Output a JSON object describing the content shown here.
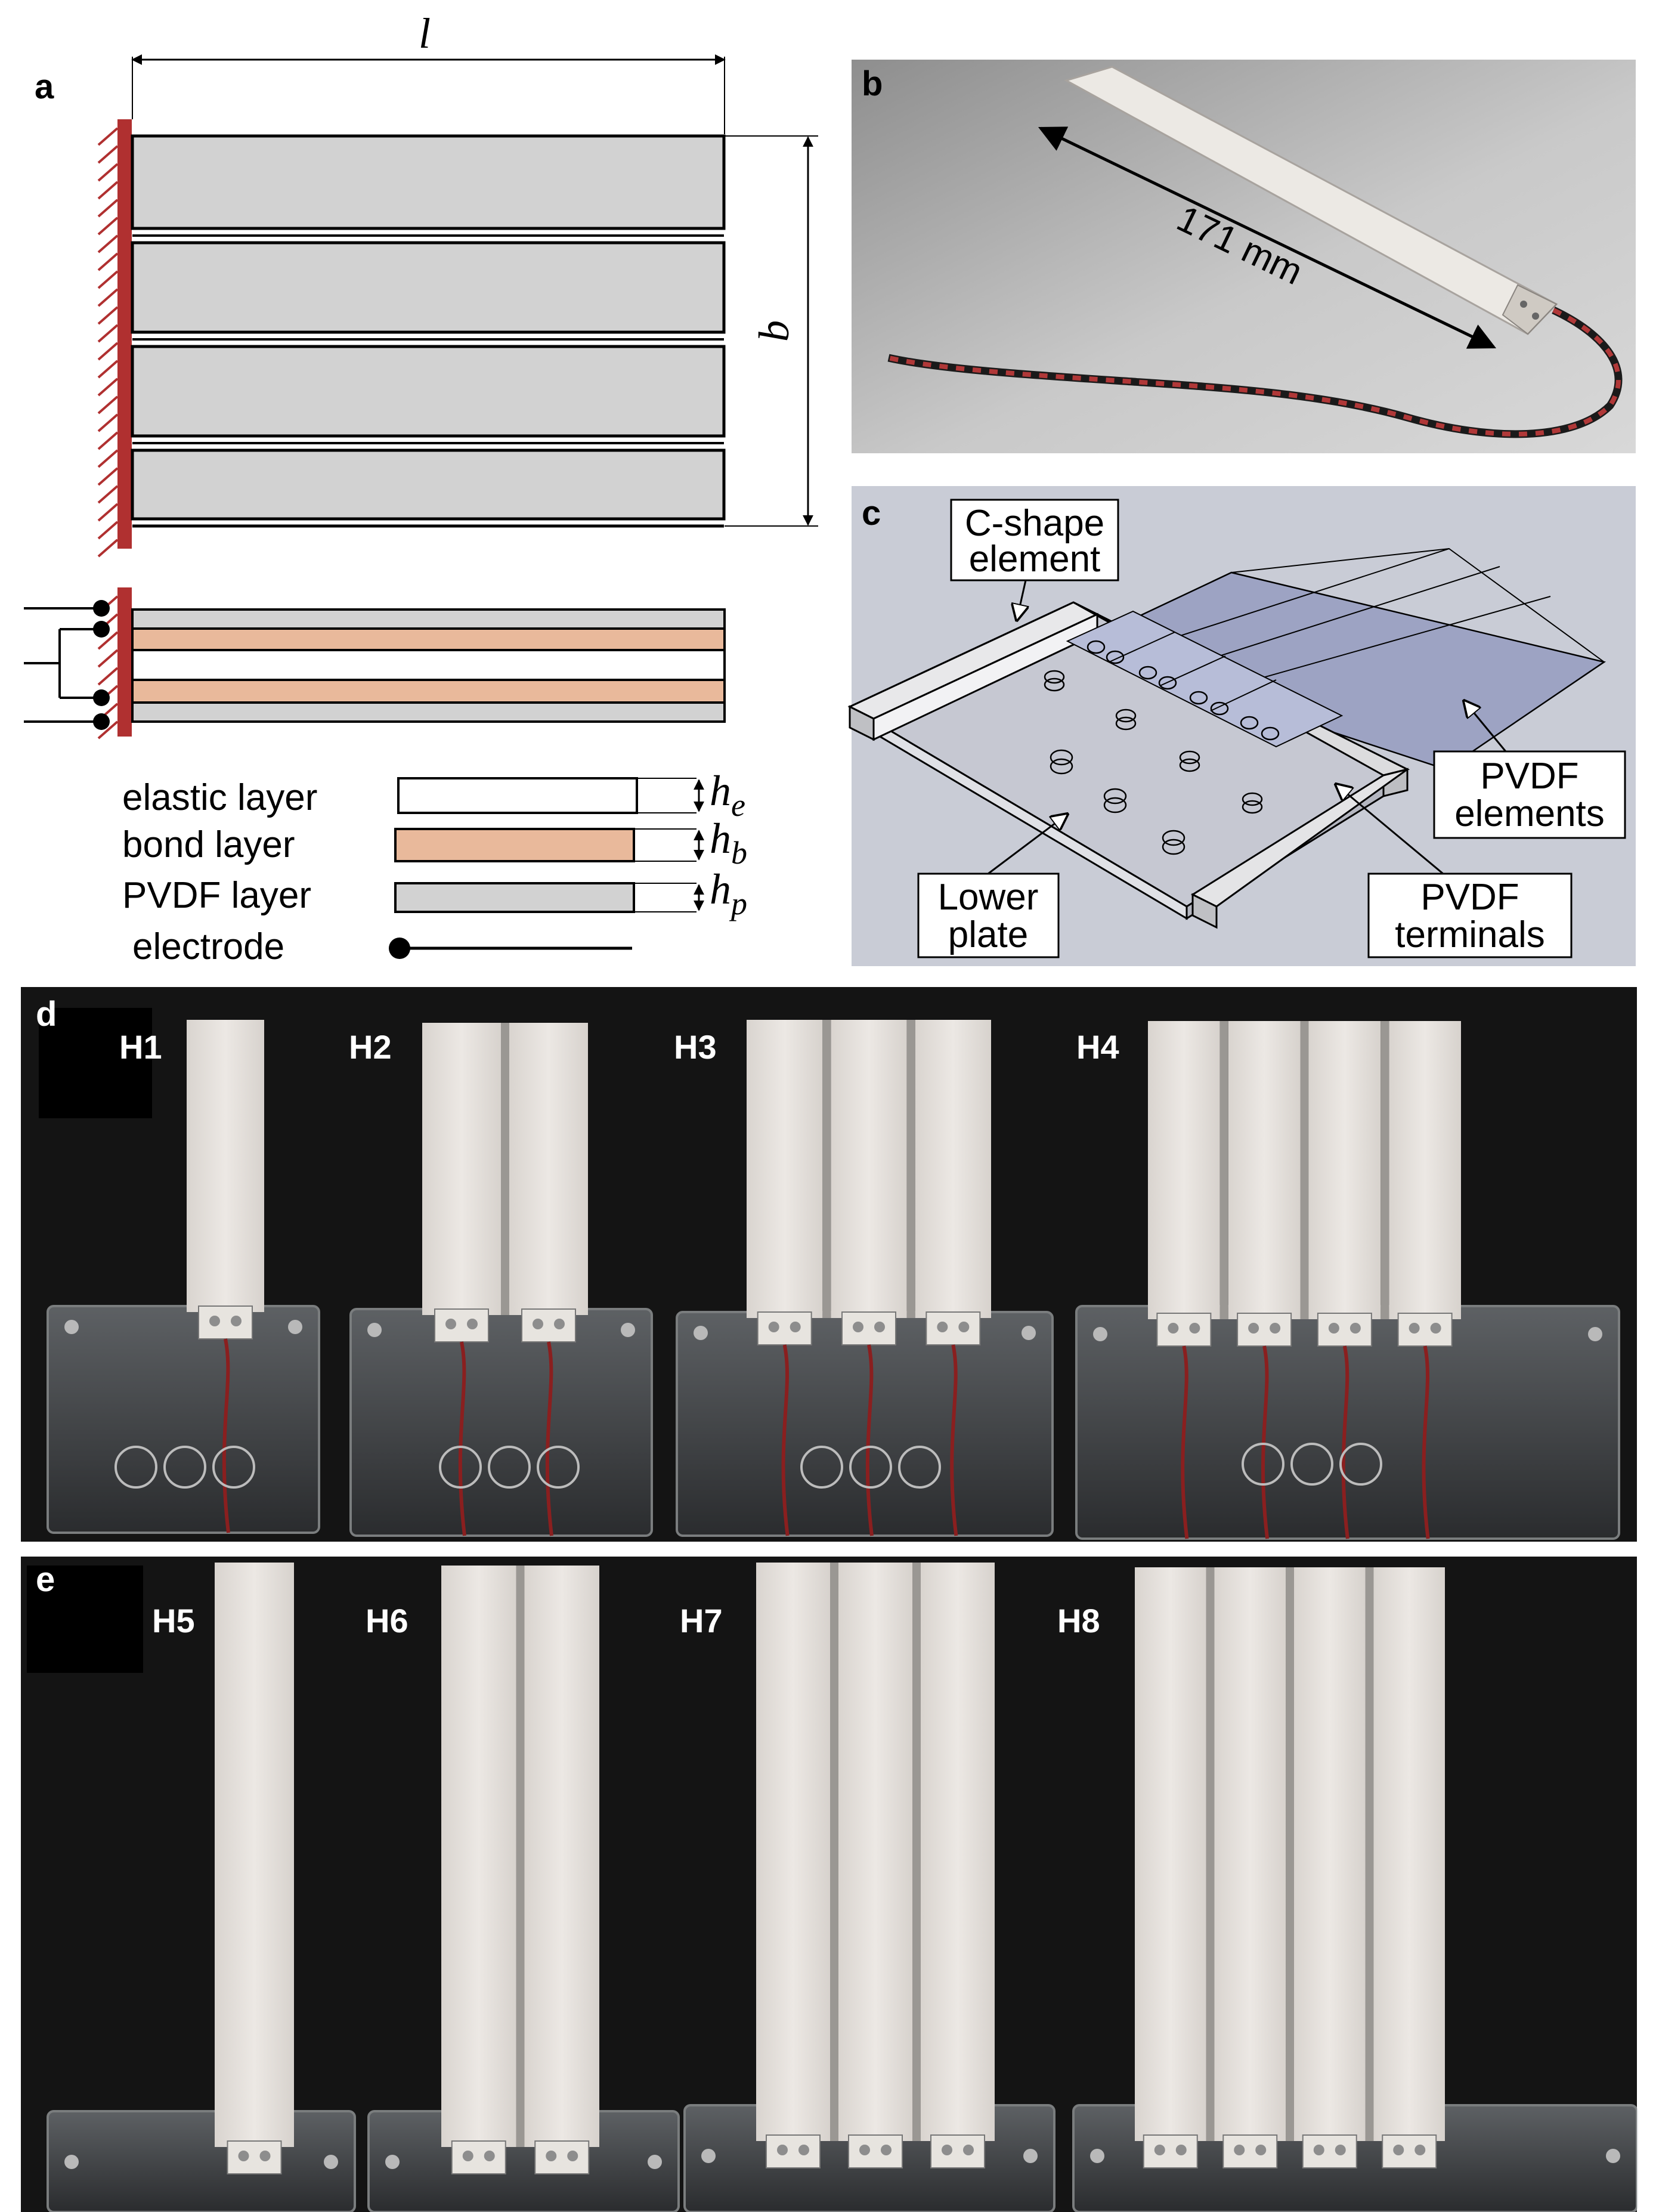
{
  "panels": {
    "a": {
      "letter": "a",
      "dim_length": "l",
      "dim_width": "b",
      "legend": [
        {
          "label": "elastic layer",
          "symbol": "h",
          "sub": "e",
          "color": "#ffffff"
        },
        {
          "label": "bond layer",
          "symbol": "h",
          "sub": "b",
          "color": "#e9b99b"
        },
        {
          "label": "PVDF layer",
          "symbol": "h",
          "sub": "p",
          "color": "#d2d2d2"
        },
        {
          "label": "electrode",
          "symbol": "",
          "sub": "",
          "color": "#000000"
        }
      ]
    },
    "b": {
      "letter": "b",
      "measure": "171 mm"
    },
    "c": {
      "letter": "c",
      "labels": {
        "c_shape": [
          "C-shape",
          "element"
        ],
        "pvdf_elements": [
          "PVDF",
          "elements"
        ],
        "lower_plate": [
          "Lower",
          "plate"
        ],
        "pvdf_terminals": [
          "PVDF",
          "terminals"
        ]
      }
    },
    "d": {
      "letter": "d",
      "harvesters": [
        "H1",
        "H2",
        "H3",
        "H4"
      ]
    },
    "e": {
      "letter": "e",
      "harvesters": [
        "H5",
        "H6",
        "H7",
        "H8"
      ]
    }
  },
  "colors": {
    "clamp": "#b03030",
    "pvdf": "#d2d2d2",
    "bond": "#e9b99b",
    "photo_bg": "#141414",
    "panel_c_bg": "#c9ccd6"
  }
}
